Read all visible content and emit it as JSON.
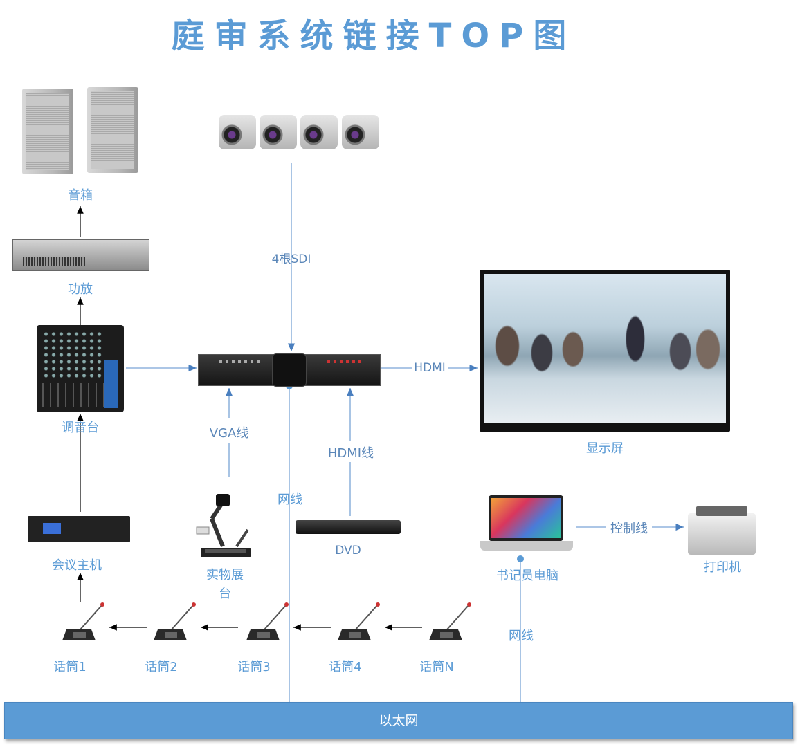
{
  "title": "庭审系统链接TOP图",
  "devices": {
    "speaker": "音箱",
    "amplifier": "功放",
    "mixer": "调音台",
    "conference_host": "会议主机",
    "document_camera": "实物展台",
    "dvd": "DVD",
    "display": "显示屏",
    "clerk_pc": "书记员电脑",
    "printer": "打印机"
  },
  "mics": [
    "话筒1",
    "话筒2",
    "话筒3",
    "话筒4",
    "话筒N"
  ],
  "links": {
    "sdi": "4根SDI",
    "hdmi": "HDMI",
    "vga": "VGA线",
    "hdmi_line": "HDMI线",
    "network_1": "网线",
    "network_2": "网线",
    "control": "控制线"
  },
  "ethernet": "以太网",
  "colors": {
    "accent": "#5b9bd5",
    "line": "#7aa5d6",
    "arrow": "#000000"
  }
}
